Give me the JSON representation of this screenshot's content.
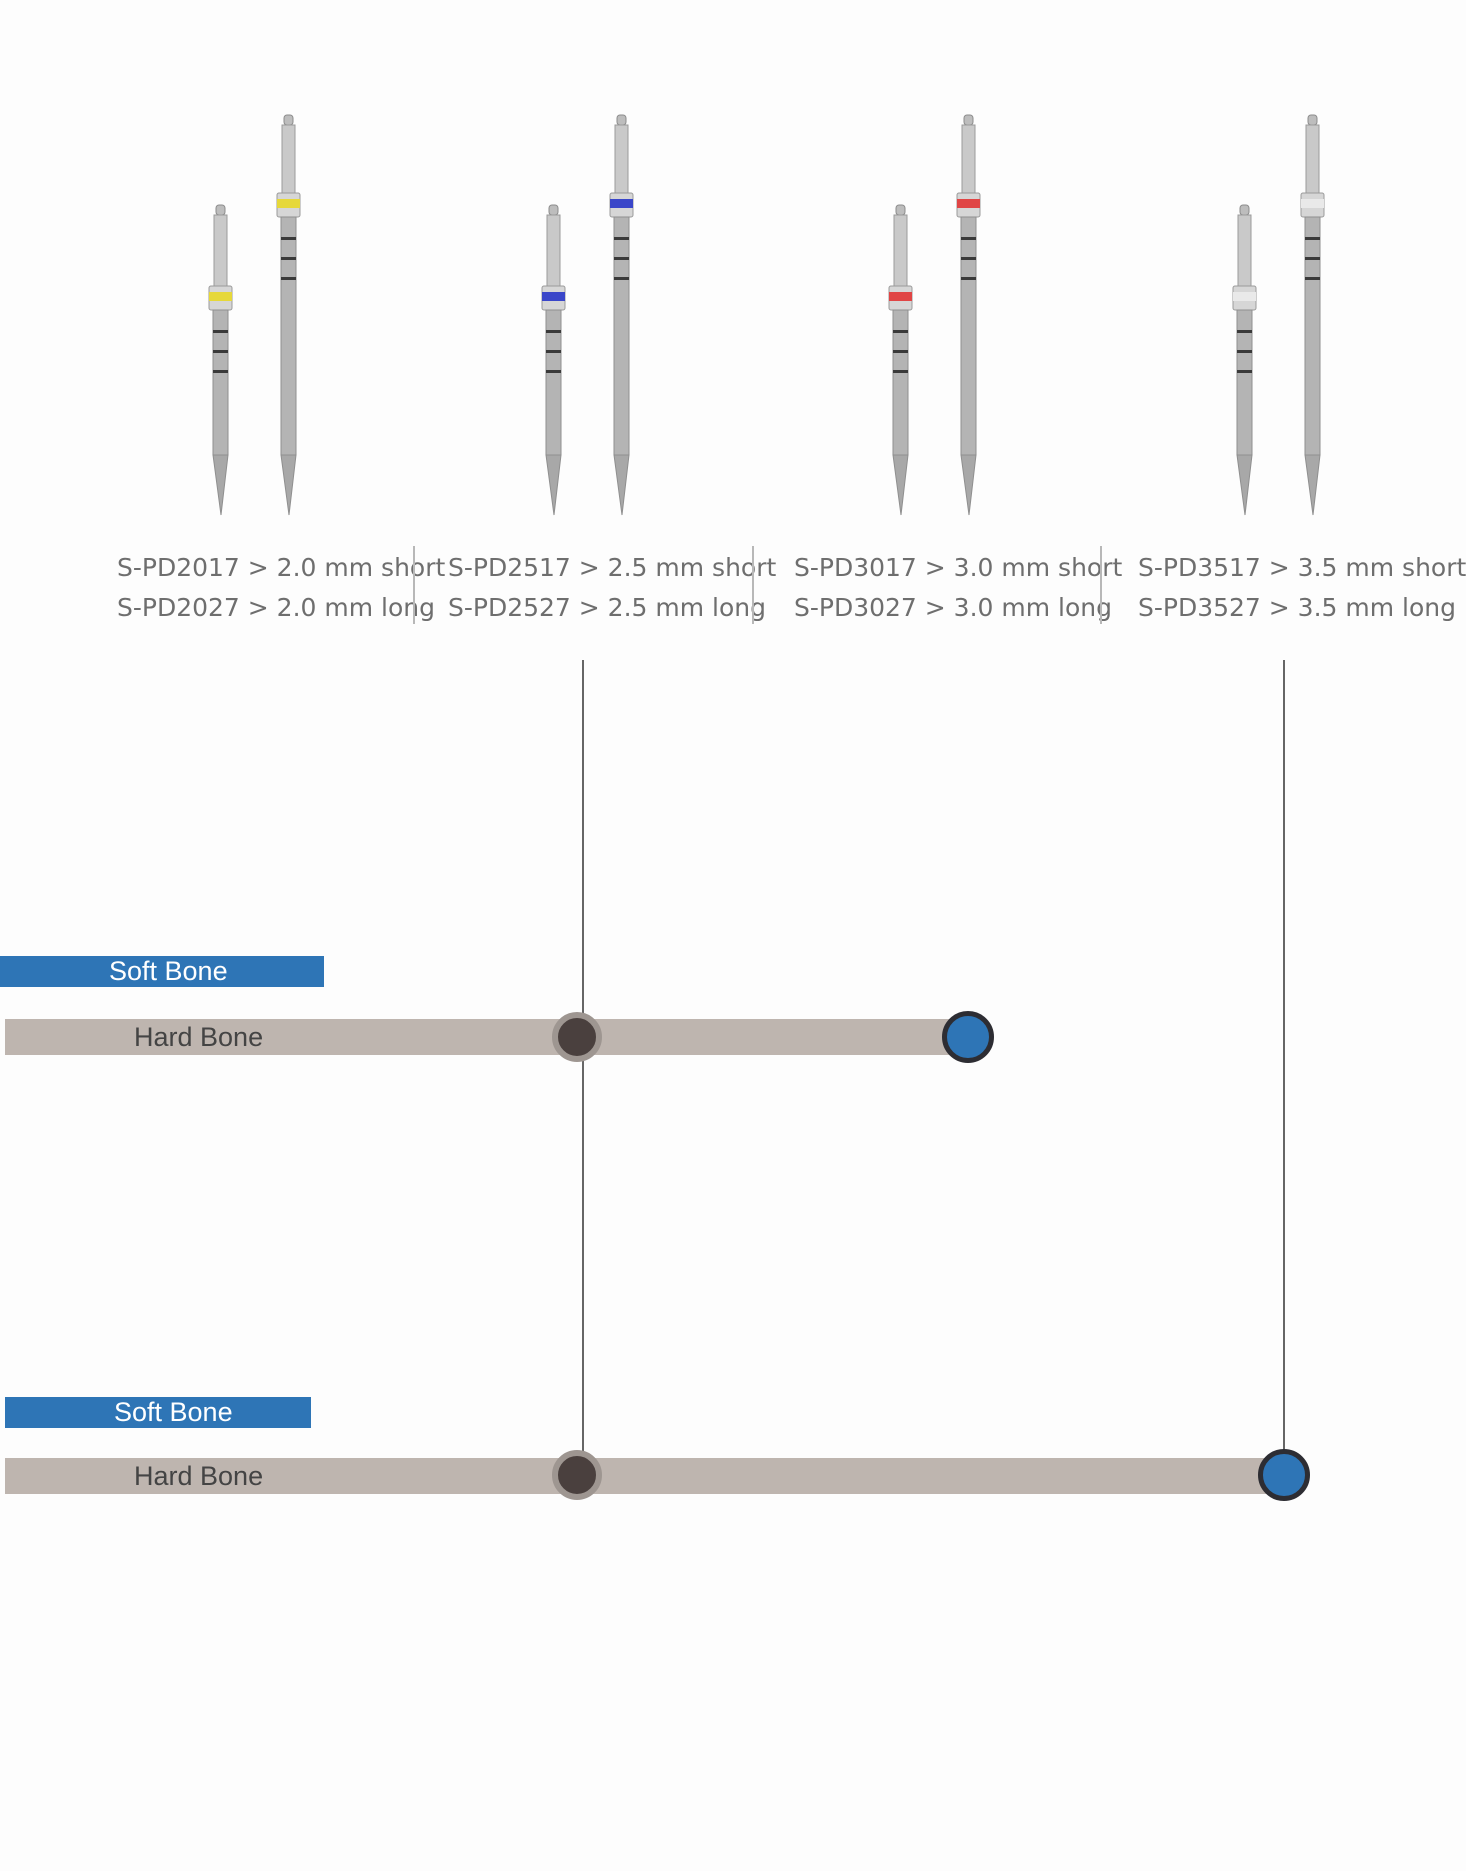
{
  "drills": [
    {
      "short_label": "S-PD2017 > 2.0 mm short",
      "long_label": "S-PD2027 > 2.0 mm long",
      "ring_color": "#e6d83a"
    },
    {
      "short_label": "S-PD2517 > 2.5 mm short",
      "long_label": "S-PD2527 > 2.5 mm long",
      "ring_color": "#3a46c9"
    },
    {
      "short_label": "S-PD3017 > 3.0 mm short",
      "long_label": "S-PD3027 > 3.0 mm long",
      "ring_color": "#e04545"
    },
    {
      "short_label": "S-PD3517 > 3.5 mm short",
      "long_label": "S-PD3527 > 3.5 mm long",
      "ring_color": "#e9e9e9"
    }
  ],
  "rows": [
    {
      "soft_label": "Soft Bone",
      "hard_label": "Hard Bone"
    },
    {
      "soft_label": "Soft Bone",
      "hard_label": "Hard Bone"
    }
  ],
  "colors": {
    "soft_bone": "#2e75b6",
    "hard_bone": "#beb5af",
    "start_dot": "#4a403e",
    "end_dot": "#2e75b6"
  }
}
